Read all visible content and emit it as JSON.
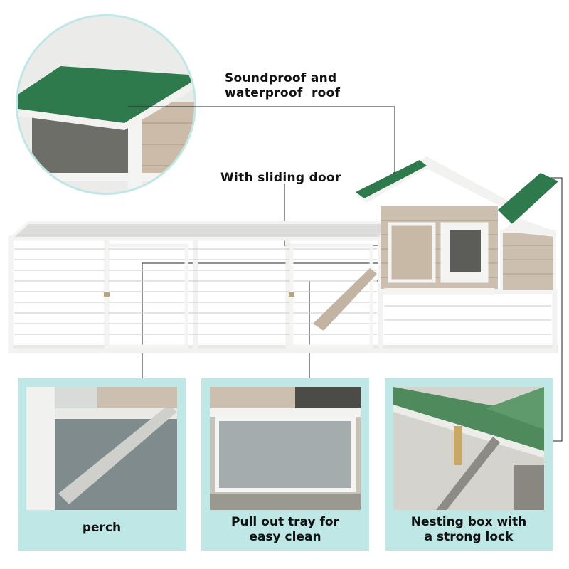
{
  "callouts": {
    "roof": {
      "line1": "Soundproof and",
      "line2": "waterproof  roof"
    },
    "door": "With sliding door"
  },
  "panels": [
    {
      "caption_line1": "perch",
      "caption_line2": ""
    },
    {
      "caption_line1": "Pull out tray for",
      "caption_line2": "easy clean"
    },
    {
      "caption_line1": "Nesting box with",
      "caption_line2": "a strong lock"
    }
  ],
  "colors": {
    "panel_bg": "#bfe7e6",
    "roof_green": "#2f7a4d",
    "wood_tan": "#cdbfb0",
    "frame_white": "#f3f3f1",
    "leader_line": "#222222"
  }
}
